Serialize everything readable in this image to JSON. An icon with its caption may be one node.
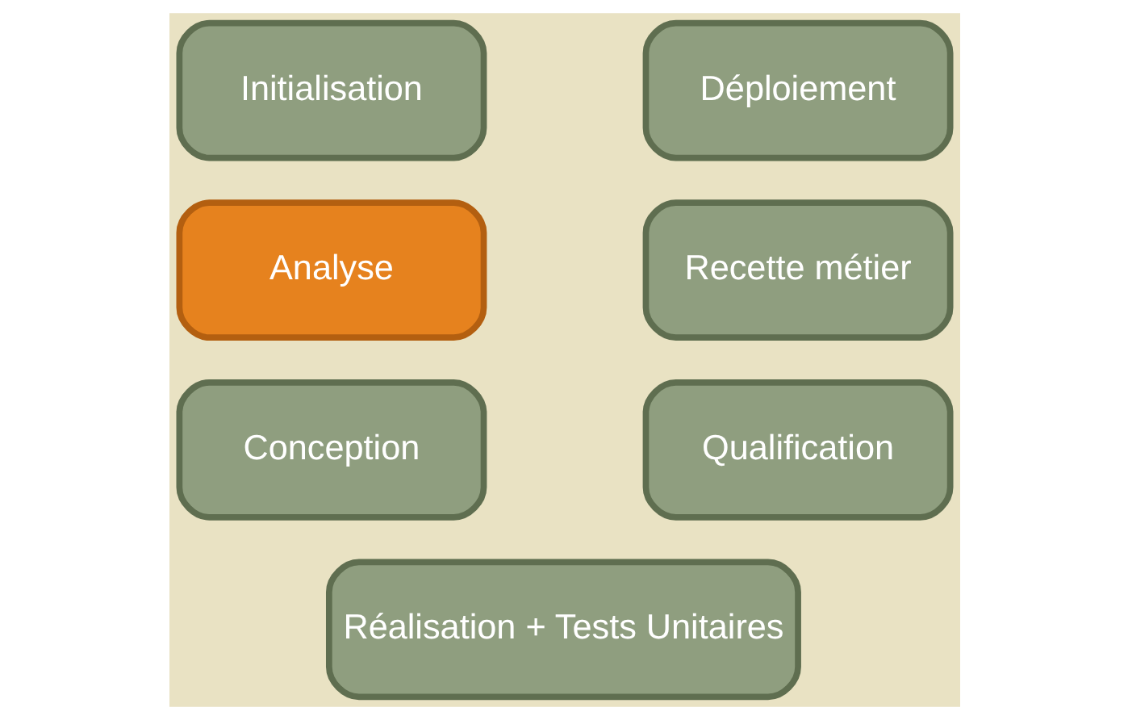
{
  "diagram": {
    "nodes": [
      {
        "text": [
          "Initialisation"
        ]
      },
      {
        "text": [
          "Analyse"
        ]
      },
      {
        "text": [
          "Conception"
        ]
      },
      {
        "text": [
          "Réalisation + Tests Unitaires"
        ]
      },
      {
        "text": [
          "Qualification"
        ]
      },
      {
        "text": [
          "Recette métier"
        ]
      },
      {
        "text": [
          "Déploiement"
        ]
      }
    ]
  }
}
